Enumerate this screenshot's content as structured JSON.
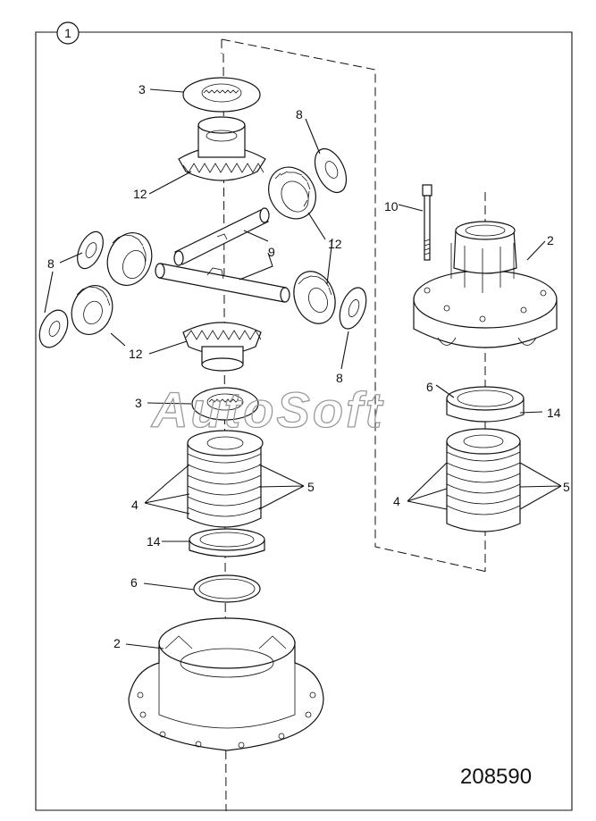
{
  "figure": {
    "view_number": "1",
    "drawing_number": "208590",
    "watermark": "AutoSoft"
  },
  "callouts": [
    {
      "id": "c3_top",
      "text": "3"
    },
    {
      "id": "c8_top",
      "text": "8"
    },
    {
      "id": "c12_top",
      "text": "12"
    },
    {
      "id": "c12_right",
      "text": "12"
    },
    {
      "id": "c9",
      "text": "9"
    },
    {
      "id": "c8_left",
      "text": "8"
    },
    {
      "id": "c12_left",
      "text": "12"
    },
    {
      "id": "c12_bottom",
      "text": "12"
    },
    {
      "id": "c8_right",
      "text": "8"
    },
    {
      "id": "c3_mid",
      "text": "3"
    },
    {
      "id": "c10",
      "text": "10"
    },
    {
      "id": "c2_right",
      "text": "2"
    },
    {
      "id": "c6_right",
      "text": "6"
    },
    {
      "id": "c14_right",
      "text": "14"
    },
    {
      "id": "c4_left",
      "text": "4"
    },
    {
      "id": "c5_left",
      "text": "5"
    },
    {
      "id": "c14_left",
      "text": "14"
    },
    {
      "id": "c6_left",
      "text": "6"
    },
    {
      "id": "c2_left",
      "text": "2"
    },
    {
      "id": "c4_right",
      "text": "4"
    },
    {
      "id": "c5_right",
      "text": "5"
    }
  ]
}
